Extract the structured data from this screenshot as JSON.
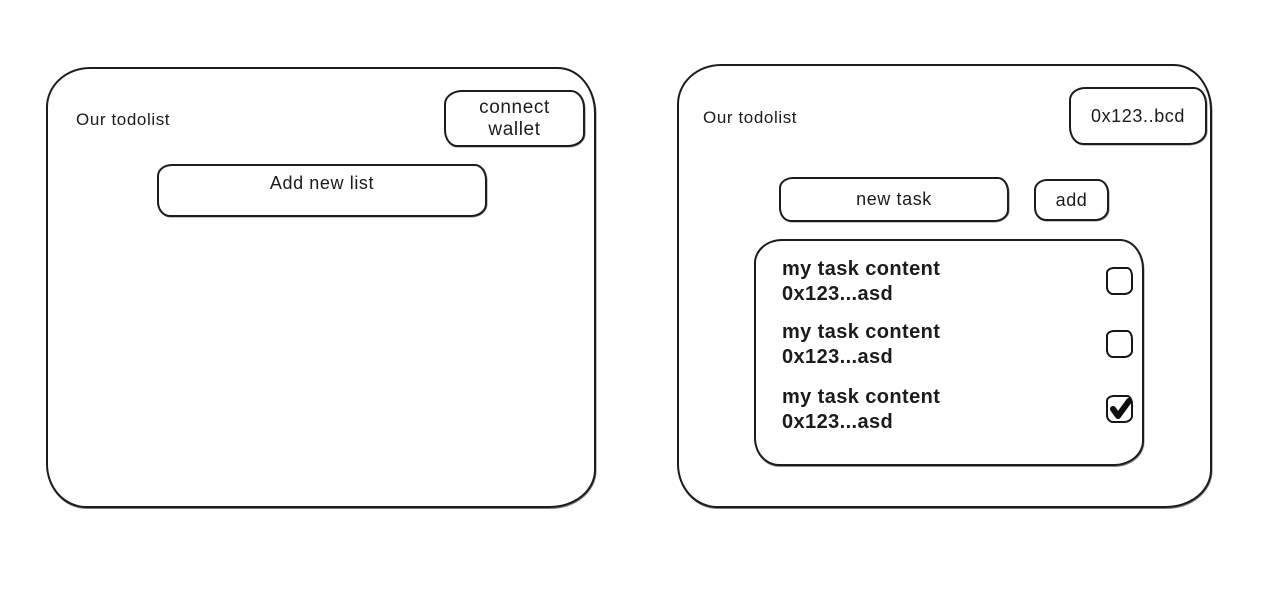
{
  "colors": {
    "ink": "#1b1b1b",
    "background": "#ffffff"
  },
  "left_panel": {
    "title": "Our todolist",
    "connect_wallet_button": "connect wallet",
    "add_new_list_button": "Add new list"
  },
  "right_panel": {
    "title": "Our todolist",
    "wallet_address_button": "0x123..bcd",
    "new_task_placeholder": "new task",
    "add_button": "add",
    "tasks": [
      {
        "content": "my task content",
        "address": "0x123...asd",
        "checked": false
      },
      {
        "content": "my task content",
        "address": "0x123...asd",
        "checked": false
      },
      {
        "content": "my task content",
        "address": "0x123...asd",
        "checked": true
      }
    ]
  },
  "icons": {
    "checkmark": "check-stroke"
  }
}
